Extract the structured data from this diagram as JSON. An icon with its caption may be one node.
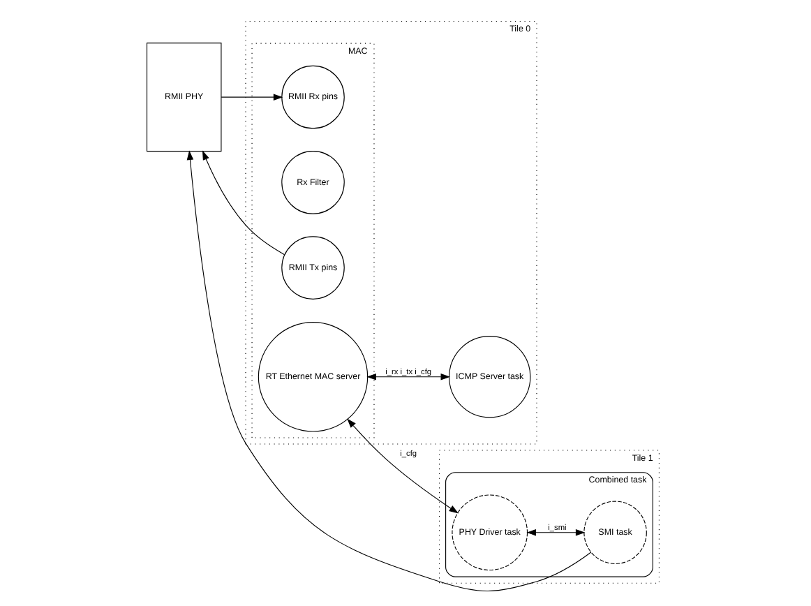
{
  "diagram": {
    "nodes": [
      {
        "text": [
          "RMII PHY"
        ]
      },
      {
        "text": [
          "Tile 0"
        ]
      },
      {
        "text": [
          "MAC"
        ],
        "in": 1
      },
      {
        "text": [
          "RMII Rx pins"
        ],
        "in": 2
      },
      {
        "text": [
          "Rx Filter"
        ],
        "in": 2
      },
      {
        "text": [
          "RMII Tx pins"
        ],
        "in": 2
      },
      {
        "text": [
          "RT Ethernet MAC server"
        ],
        "in": 2
      },
      {
        "text": [
          "ICMP Server task"
        ],
        "in": 1
      },
      {
        "text": [
          "Tile 1"
        ]
      },
      {
        "text": [
          "Combined task"
        ],
        "in": 8
      },
      {
        "text": [
          "PHY Driver task"
        ],
        "in": 9
      },
      {
        "text": [
          "SMI task"
        ],
        "in": 9
      }
    ],
    "edges": [
      {
        "from": 0,
        "to": 3,
        "arrow": "to"
      },
      {
        "from": 5,
        "to": 0,
        "arrow": "to"
      },
      {
        "from": 6,
        "to": 10,
        "arrow": "both",
        "label": "i_cfg"
      },
      {
        "from": 6,
        "to": 7,
        "arrow": "both",
        "label": "i_rx i_tx i_cfg"
      },
      {
        "from": 10,
        "to": 11,
        "arrow": "both",
        "label": "i_smi"
      },
      {
        "from": 11,
        "to": 0,
        "arrow": "to"
      }
    ]
  }
}
